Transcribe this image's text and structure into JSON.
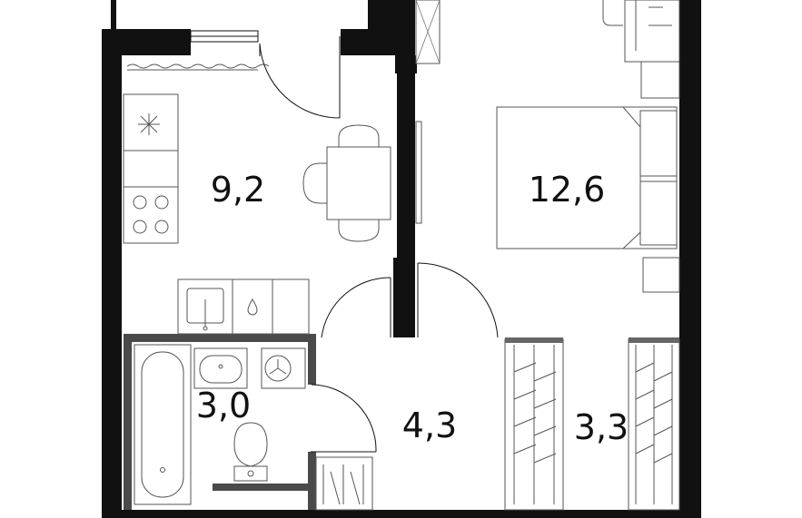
{
  "rooms": [
    {
      "id": "kitchen",
      "area": "9,2"
    },
    {
      "id": "bedroom",
      "area": "12,6"
    },
    {
      "id": "bathroom",
      "area": "3,0"
    },
    {
      "id": "hall",
      "area": "4,3"
    },
    {
      "id": "wardrobe",
      "area": "3,3"
    }
  ],
  "fixtures": [
    {
      "name": "bathtub",
      "room": "bathroom"
    },
    {
      "name": "washbasin",
      "room": "bathroom"
    },
    {
      "name": "washing-machine",
      "room": "bathroom"
    },
    {
      "name": "toilet",
      "room": "bathroom"
    },
    {
      "name": "cooktop",
      "room": "kitchen"
    },
    {
      "name": "kitchen-sink",
      "room": "kitchen"
    },
    {
      "name": "dining-table",
      "room": "kitchen"
    },
    {
      "name": "double-bed",
      "room": "bedroom"
    },
    {
      "name": "desk",
      "room": "bedroom"
    }
  ]
}
